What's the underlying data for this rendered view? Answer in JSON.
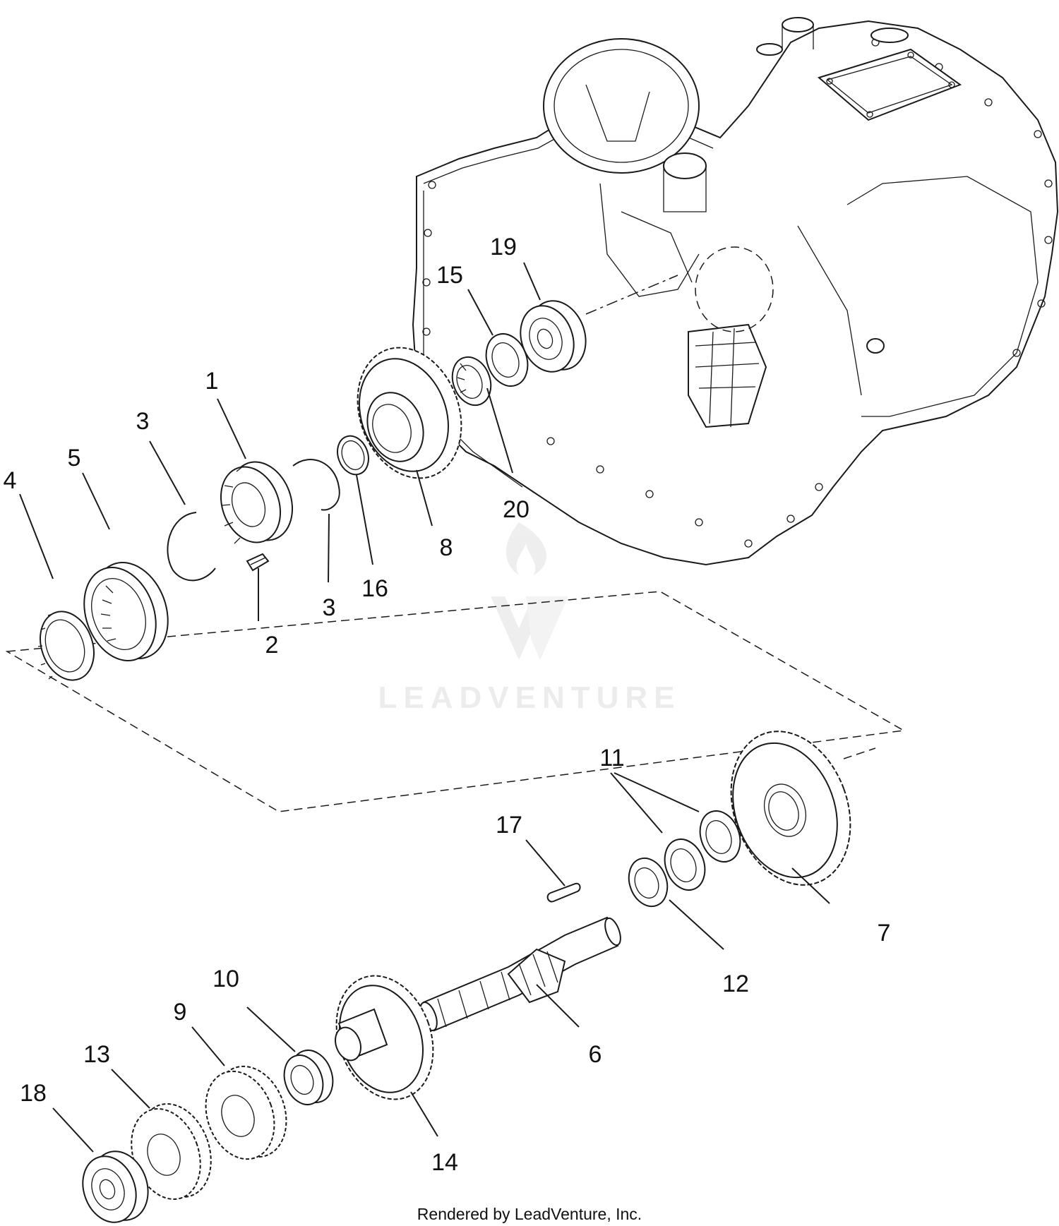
{
  "labels": {
    "l1": "1",
    "l2": "2",
    "l3a": "3",
    "l3b": "3",
    "l4": "4",
    "l5": "5",
    "l6": "6",
    "l7": "7",
    "l8": "8",
    "l9": "9",
    "l10": "10",
    "l11": "11",
    "l12": "12",
    "l13": "13",
    "l14": "14",
    "l15": "15",
    "l16": "16",
    "l17": "17",
    "l18": "18",
    "l19": "19",
    "l20": "20"
  },
  "watermark": {
    "text": "LEADVENTURE"
  },
  "footer": {
    "text": "Rendered by LeadVenture, Inc."
  },
  "colors": {
    "line": "#1a1a1a",
    "background": "#ffffff",
    "watermark": "#ececec"
  },
  "icons": {
    "watermark_logo": "flame-v-logo-icon"
  }
}
